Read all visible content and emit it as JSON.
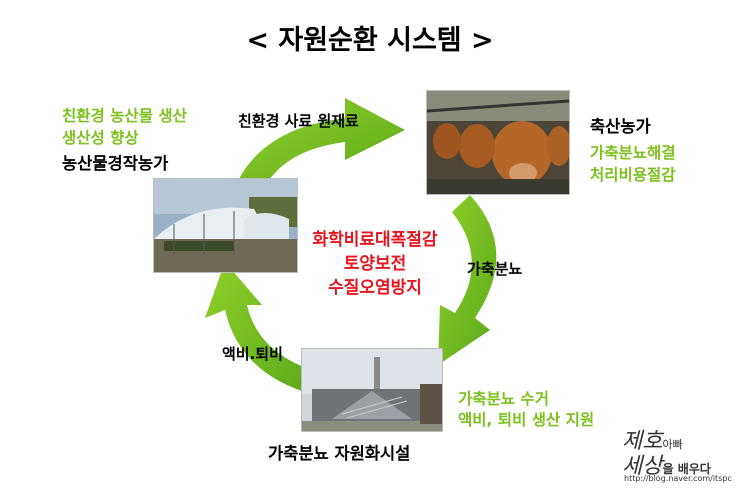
{
  "title": "< 자원순환 시스템 >",
  "farm": {
    "benefit_line1": "친환경 농산물 생산",
    "benefit_line2": "생산성 향상",
    "name": "농산물경작농가"
  },
  "livestock": {
    "name": "축산농가",
    "benefit_line1": "가축분뇨해결",
    "benefit_line2": "처리비용절감"
  },
  "facility": {
    "name": "가축분뇨 자원화시설",
    "benefit_line1": "가축분뇨 수거",
    "benefit_line2": "액비, 퇴비 생산 지원"
  },
  "flows": {
    "top": "친환경  사료 원재료",
    "right": "가축분뇨",
    "left": "액비.퇴비"
  },
  "center": {
    "line1": "화학비료대폭절감",
    "line2": "토양보전",
    "line3": "수질오염방지"
  },
  "watermark": {
    "line1": "제호",
    "line1b": "아빠",
    "line2": "세상",
    "line2b": "을 배우다",
    "url": "http://blog.naver.com/itspc"
  },
  "colors": {
    "accent_green": "#7cc11d",
    "arrow_green": "#6fbb1f",
    "highlight_red": "#e8141e"
  }
}
